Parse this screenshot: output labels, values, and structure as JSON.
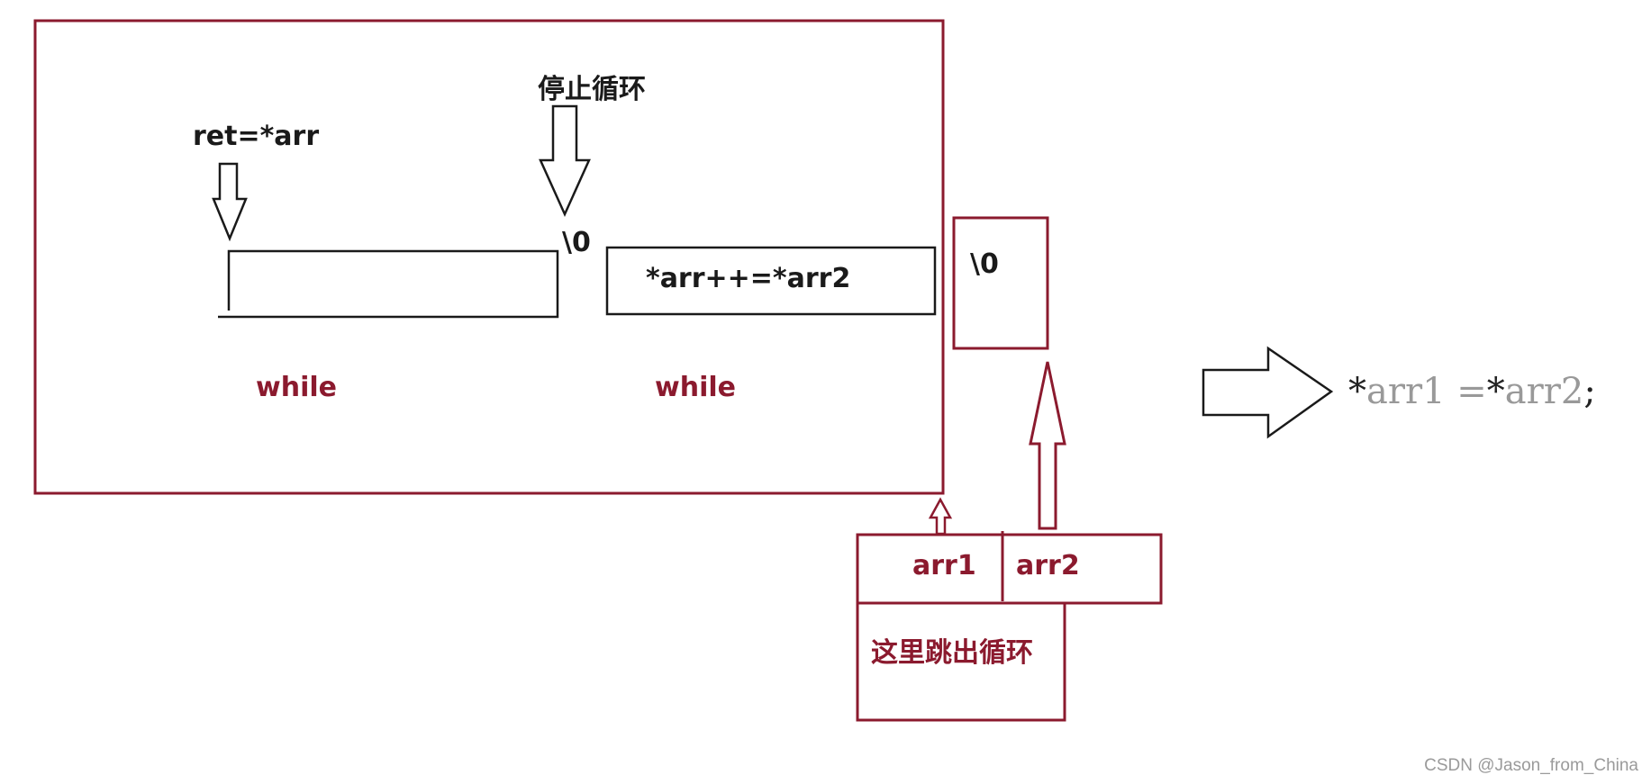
{
  "colors": {
    "frame": "#8b1a2e",
    "label_red": "#8b1a2e",
    "ink": "#1a1a1a",
    "code_gray": "#999999",
    "code_black": "#222222",
    "watermark": "#9a9a9a"
  },
  "labels": {
    "stop_loop": "停止循环",
    "ret_assign": "ret=*arr",
    "null_char_inner": "\\0",
    "copy_expr": "*arr++=*arr2",
    "while_left": "while",
    "while_right": "while",
    "null_char_box": "\\0",
    "arr1": "arr1",
    "arr2": "arr2",
    "exit_loop": "这里跳出循环"
  },
  "code": {
    "star1": "*",
    "var1": "arr1",
    "assign": " =",
    "star2": "*",
    "var2": "arr2",
    "semicolon": ";"
  },
  "watermark": "CSDN @Jason_from_China"
}
